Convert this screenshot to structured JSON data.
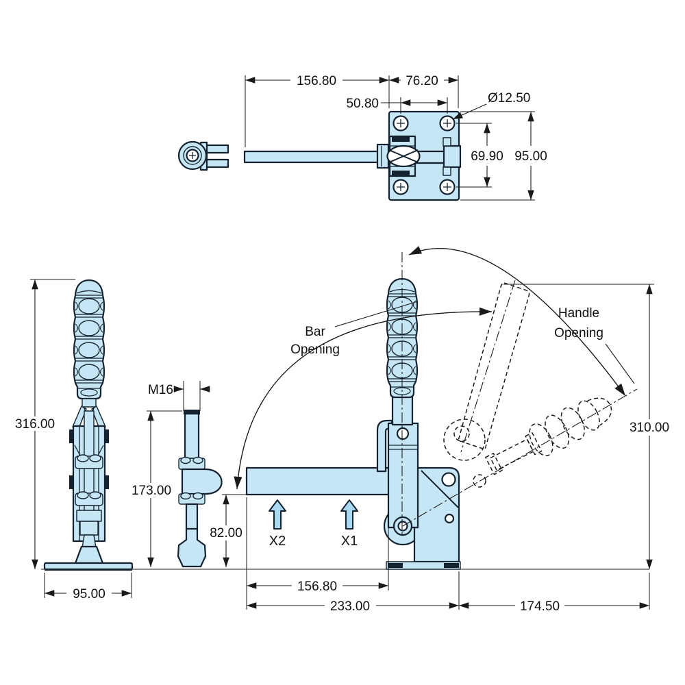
{
  "drawing": {
    "type": "technical-dimension-drawing",
    "subject": "vertical toggle clamp",
    "colors": {
      "part_fill": "#c6e6f6",
      "outline": "#13222e",
      "dim_line": "#1a1a1a",
      "text": "#111111",
      "arrow_fill": "#a9d9f1"
    },
    "labels": {
      "bar_opening_line1": "Bar",
      "bar_opening_line2": "Opening",
      "handle_opening_line1": "Handle",
      "handle_opening_line2": "Opening",
      "x1": "X1",
      "x2": "X2",
      "thread": "M16"
    },
    "top_view": {
      "dim_bar_length": "156.80",
      "dim_plate_width": "76.20",
      "dim_hole_spacing_horizontal": "50.80",
      "dim_hole_diameter": "Ø12.50",
      "dim_hole_spacing_vertical": "69.90",
      "dim_plate_height": "95.00"
    },
    "side_view": {
      "dim_total_height": "316.00",
      "dim_base_width": "95.00"
    },
    "spindle_view": {
      "dim_spindle_height": "173.00",
      "dim_bar_to_base": "82.00"
    },
    "front_view": {
      "dim_bar_length": "156.80",
      "dim_base_length": "233.00",
      "dim_handle_reach": "174.50",
      "dim_open_height": "310.00"
    }
  }
}
